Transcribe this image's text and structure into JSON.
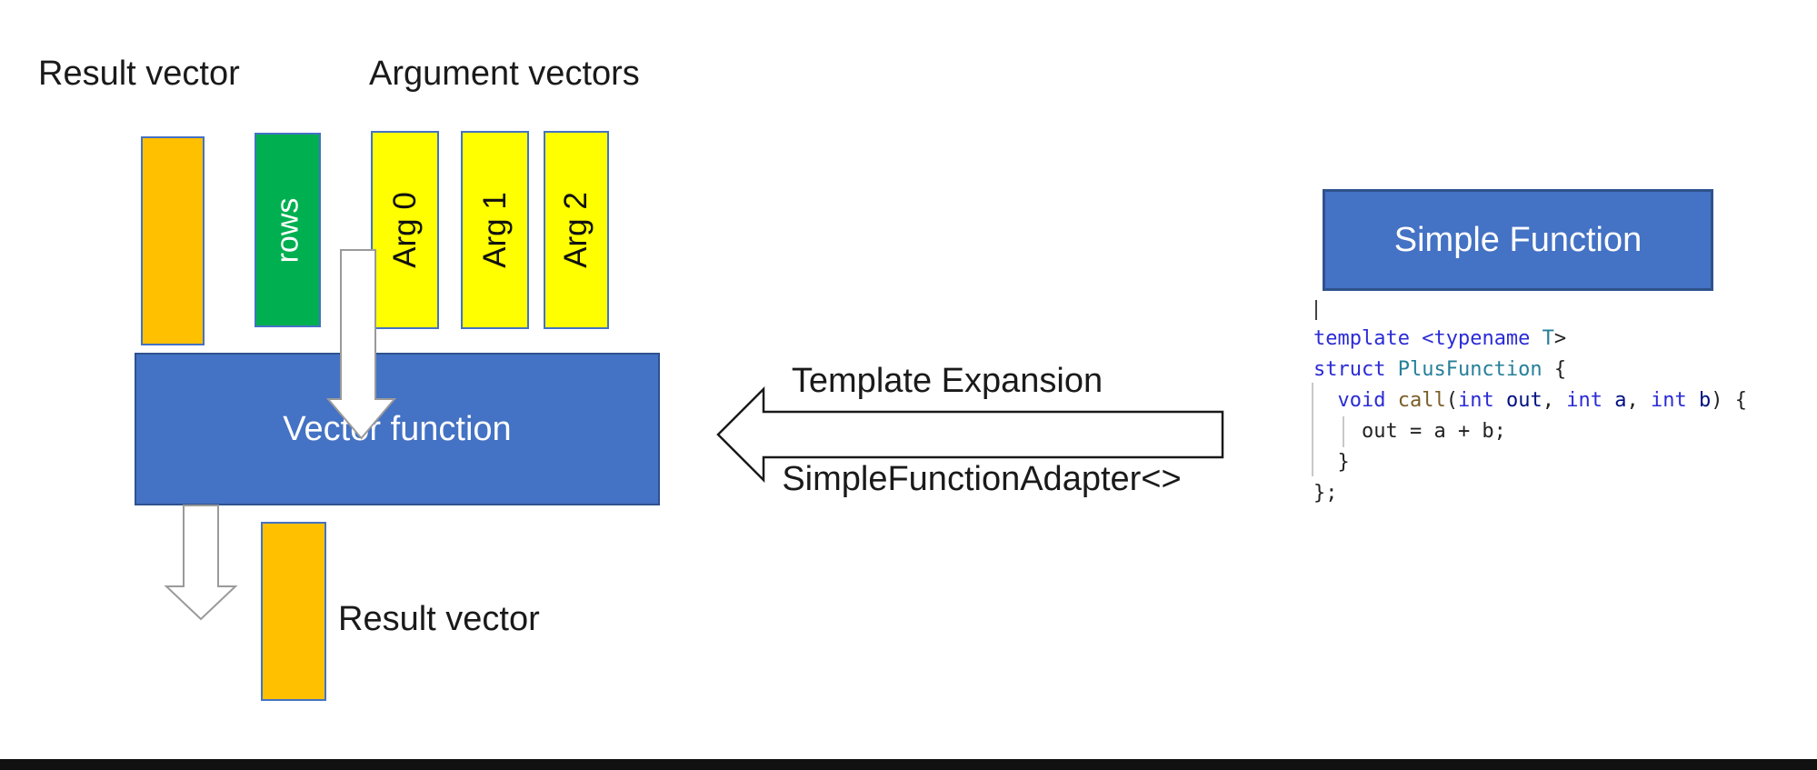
{
  "left_diagram": {
    "result_vector_top_label": "Result vector",
    "argument_vectors_label": "Argument vectors",
    "rows_bar_label": "rows",
    "arg_bar_labels": [
      "Arg 0",
      "Arg 1",
      "Arg 2"
    ],
    "vector_function_label": "Vector function",
    "result_vector_bottom_label": "Result vector"
  },
  "middle": {
    "top_arrow_label": "Template Expansion",
    "bottom_arrow_label": "SimpleFunctionAdapter<>"
  },
  "right_panel": {
    "title": "Simple Function",
    "code": {
      "lines": [
        [
          [
            "template ",
            "kw"
          ],
          [
            "<typename ",
            "kw"
          ],
          [
            "T",
            "type"
          ],
          [
            ">",
            "pl"
          ]
        ],
        [
          [
            "struct ",
            "kw"
          ],
          [
            "PlusFunction",
            "type"
          ],
          [
            " {",
            "pl"
          ]
        ],
        [
          [
            "  ",
            "pl"
          ],
          [
            "void ",
            "kw"
          ],
          [
            "call",
            "fn"
          ],
          [
            "(",
            "pl"
          ],
          [
            "int",
            "kw"
          ],
          [
            " out",
            "param"
          ],
          [
            ", ",
            "pl"
          ],
          [
            "int",
            "kw"
          ],
          [
            " a",
            "param"
          ],
          [
            ", ",
            "pl"
          ],
          [
            "int",
            "kw"
          ],
          [
            " b",
            "param"
          ],
          [
            ") {",
            "pl"
          ]
        ],
        [
          [
            "    out = a + b;",
            "pl"
          ]
        ],
        [
          [
            "  }",
            "pl"
          ]
        ],
        [
          [
            "};",
            "pl"
          ]
        ]
      ]
    }
  },
  "colors": {
    "orange": "#FFC000",
    "green": "#00B050",
    "yellow": "#FFFF00",
    "blue": "#4472C4",
    "blue_border": "#2F528F",
    "bar_border": "#4472C4",
    "arrow_outline_gray": "#9A9A9A",
    "arrow_outline_black": "#1A1A1A",
    "code_keyword": "#2B2BD6",
    "code_type": "#267F99",
    "code_function": "#795E26",
    "code_param": "#001080",
    "code_plain": "#222222",
    "indent_guide": "#C8C8C8"
  }
}
